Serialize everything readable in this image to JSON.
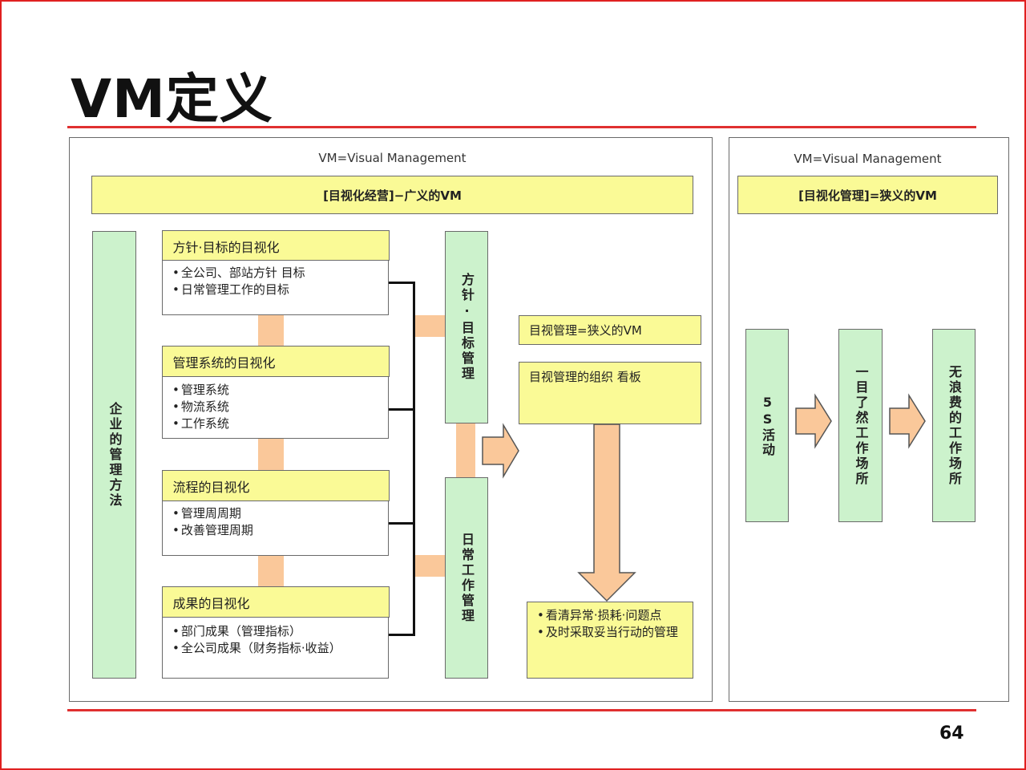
{
  "slide": {
    "title": "VM定义",
    "page_number": "64"
  },
  "left_panel": {
    "caption": "VM=Visual Management",
    "banner": "[目视化经营]−广义的VM",
    "side_label": "企业的管理方法",
    "boxes": [
      {
        "header": "方针·目标的目视化",
        "items": [
          "全公司、部站方针 目标",
          "日常管理工作的目标"
        ]
      },
      {
        "header": "管理系统的目视化",
        "items": [
          "管理系统",
          "物流系统",
          "工作系统"
        ]
      },
      {
        "header": "流程的目视化",
        "items": [
          "管理周周期",
          "改善管理周期"
        ]
      },
      {
        "header": "成果的目视化",
        "items": [
          "部门成果（管理指标）",
          "全公司成果（财务指标·收益）"
        ]
      }
    ],
    "column_top": "方针·目标管理",
    "column_bottom": "日常工作管理",
    "narrow_vm": "目视管理=狭义的VM",
    "org_board": "目视管理的组织 看板",
    "result_items": [
      "看清异常·损耗·问题点",
      "及时采取妥当行动的管理"
    ]
  },
  "right_panel": {
    "caption": "VM=Visual Management",
    "banner": "[目视化管理]=狭义的VM",
    "steps": [
      "5S活动",
      "一目了然工作场所",
      "无浪费的工作场所"
    ]
  },
  "colors": {
    "yellow": "#fafa96",
    "green": "#ccf2cc",
    "peach": "#fac89a",
    "rule_red": "#e03030"
  }
}
